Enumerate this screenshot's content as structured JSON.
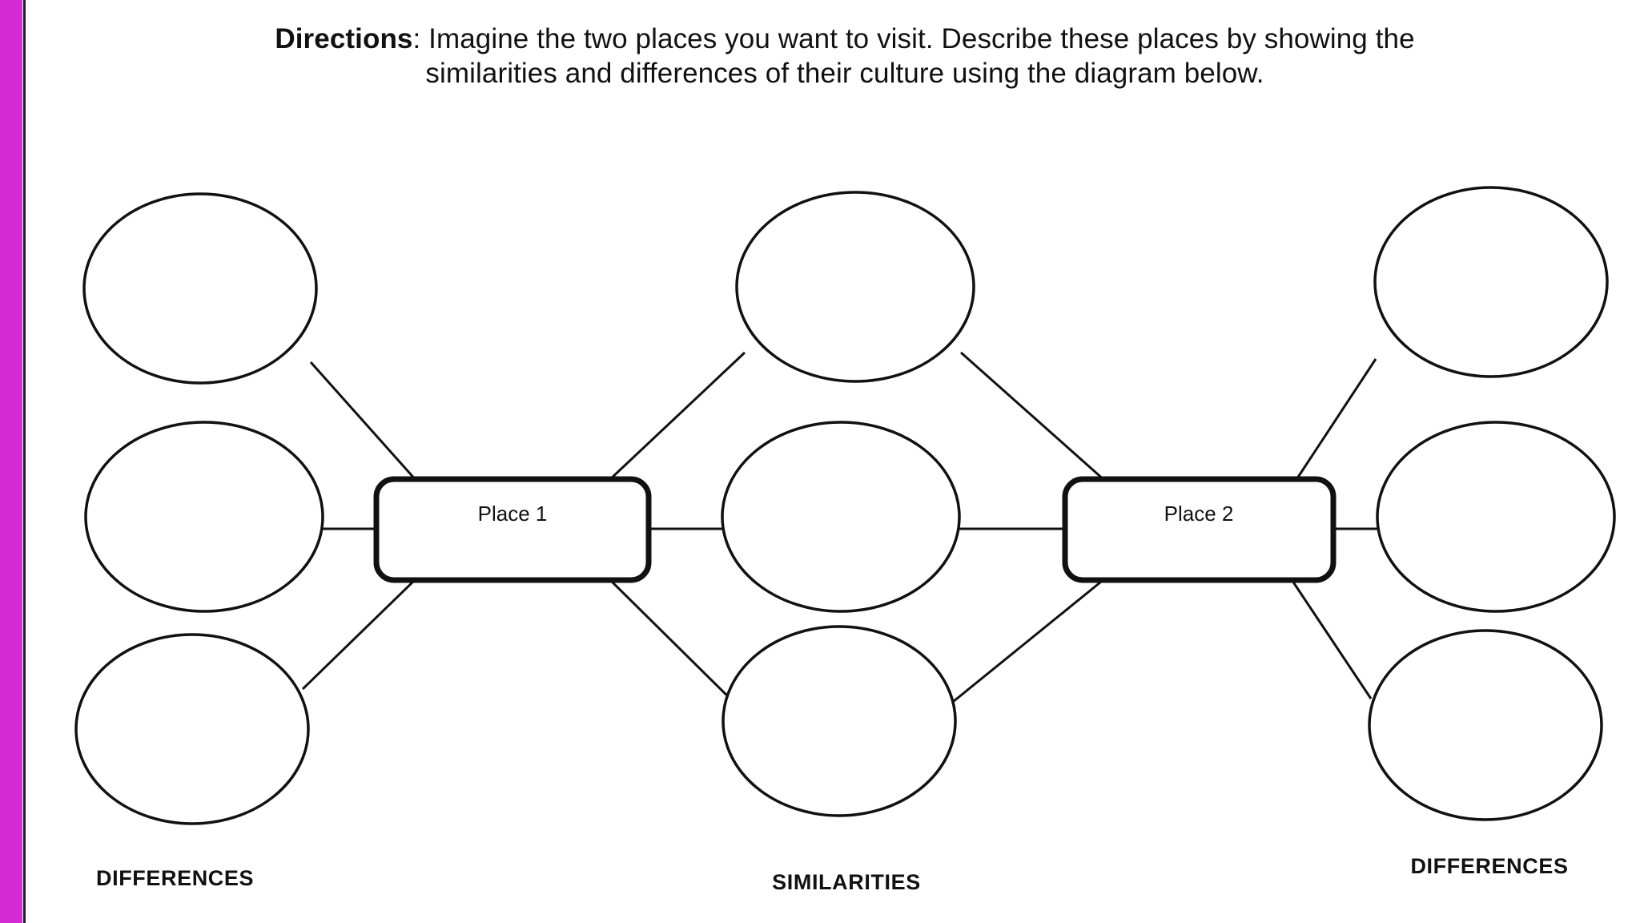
{
  "page": {
    "accent_color": "#D62AD6",
    "rule_color": "#2b1430",
    "background": "#ffffff",
    "stroke_color": "#111111"
  },
  "header": {
    "lead": "Directions",
    "line1_rest": ": Imagine the two places you want to visit. Describe these places by showing the",
    "line2": "similarities and differences of their culture using the diagram below."
  },
  "diagram": {
    "type": "double-bubble-map",
    "center_nodes": [
      {
        "id": "place-1",
        "label": "Place 1"
      },
      {
        "id": "place-2",
        "label": "Place 2"
      }
    ],
    "zone_labels": [
      {
        "id": "differences-left",
        "text": "DIFFERENCES"
      },
      {
        "id": "similarities",
        "text": "SIMILARITIES"
      },
      {
        "id": "differences-right",
        "text": "DIFFERENCES"
      }
    ],
    "bubble_columns": [
      {
        "id": "left-differences",
        "zone": "DIFFERENCES",
        "bubbles": [
          {
            "id": "left-bubble-top",
            "text": ""
          },
          {
            "id": "left-bubble-middle",
            "text": ""
          },
          {
            "id": "left-bubble-bottom",
            "text": ""
          }
        ]
      },
      {
        "id": "center-similarities",
        "zone": "SIMILARITIES",
        "bubbles": [
          {
            "id": "center-bubble-top",
            "text": ""
          },
          {
            "id": "center-bubble-middle",
            "text": ""
          },
          {
            "id": "center-bubble-bottom",
            "text": ""
          }
        ]
      },
      {
        "id": "right-differences",
        "zone": "DIFFERENCES",
        "bubbles": [
          {
            "id": "right-bubble-top",
            "text": ""
          },
          {
            "id": "right-bubble-middle",
            "text": ""
          },
          {
            "id": "right-bubble-bottom",
            "text": ""
          }
        ]
      }
    ]
  }
}
